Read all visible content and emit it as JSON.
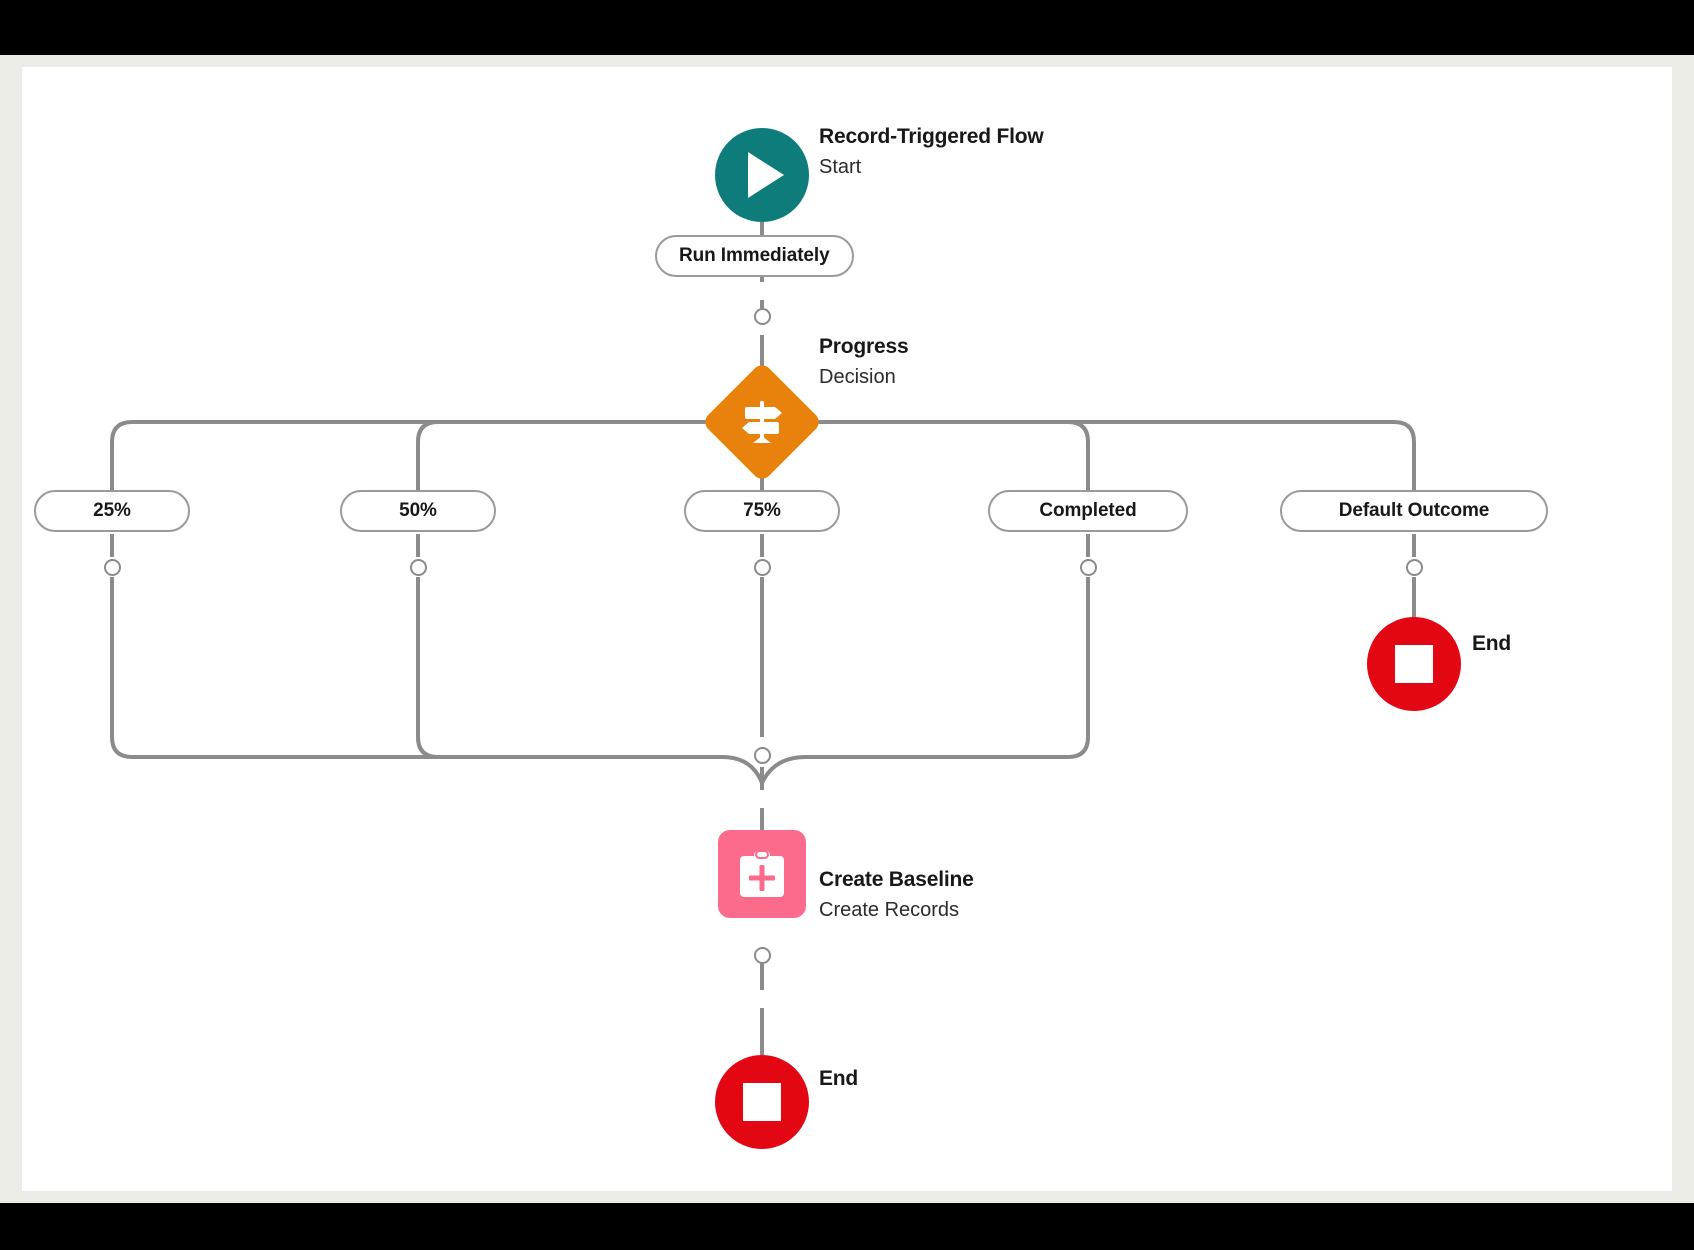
{
  "canvas": {
    "background": "#ffffff",
    "frame_color": "#ecece7",
    "connector_color": "#8b8b8b"
  },
  "colors": {
    "start": "#0e7c7b",
    "decision": "#e8820c",
    "create_records": "#fd6b8c",
    "end": "#e30613",
    "text": "#181818",
    "connector": "#8b8b8b"
  },
  "nodes": {
    "start": {
      "title": "Record-Triggered Flow",
      "subtitle": "Start",
      "icon": "play-icon"
    },
    "decision": {
      "title": "Progress",
      "subtitle": "Decision",
      "icon": "signpost-icon"
    },
    "create_records": {
      "title": "Create Baseline",
      "subtitle": "Create Records",
      "icon": "clipboard-plus-icon"
    },
    "end_default": {
      "title": "End",
      "icon": "stop-icon"
    },
    "end_main": {
      "title": "End",
      "icon": "stop-icon"
    }
  },
  "connector_labels": {
    "run_immediately": "Run Immediately"
  },
  "outcomes": [
    {
      "label": "25%"
    },
    {
      "label": "50%"
    },
    {
      "label": "75%"
    },
    {
      "label": "Completed"
    },
    {
      "label": "Default Outcome"
    }
  ]
}
